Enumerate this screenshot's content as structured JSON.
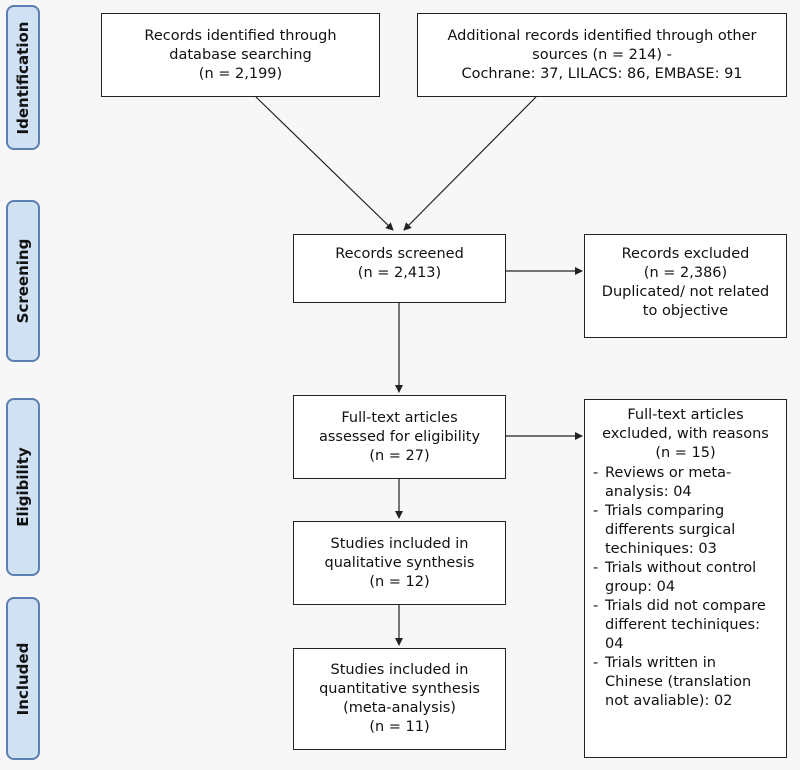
{
  "phases": {
    "identification": "Identification",
    "screening": "Screening",
    "eligibility": "Eligibility",
    "included": "Included"
  },
  "boxes": {
    "database": [
      "Records identified through",
      "database searching",
      "(n = 2,199)"
    ],
    "other_sources": [
      "Additional records identified through other",
      "sources (n = 214) -",
      "Cochrane: 37, LILACS: 86, EMBASE: 91"
    ],
    "screened": [
      "Records screened",
      "(n = 2,413)"
    ],
    "excluded": [
      "Records excluded",
      "(n = 2,386)",
      "Duplicated/ not related",
      "to objective"
    ],
    "fulltext": [
      "Full-text articles",
      "assessed for eligibility",
      "(n = 27)"
    ],
    "qualitative": [
      "Studies included in",
      "qualitative synthesis",
      "(n = 12)"
    ],
    "quantitative": [
      "Studies included in",
      "quantitative synthesis",
      "(meta-analysis)",
      "(n = 11)"
    ]
  },
  "fulltext_excluded": {
    "heading": [
      "Full-text articles",
      "excluded, with reasons",
      "(n = 15)"
    ],
    "reasons": [
      [
        "Reviews or meta-",
        "analysis: 04"
      ],
      [
        "Trials comparing",
        "differents surgical",
        "techiniques: 03"
      ],
      [
        "Trials without control",
        "group: 04"
      ],
      [
        "Trials did not compare",
        "different techiniques:",
        "04"
      ],
      [
        "Trials written in",
        "Chinese (translation",
        "not avaliable): 02"
      ]
    ]
  }
}
